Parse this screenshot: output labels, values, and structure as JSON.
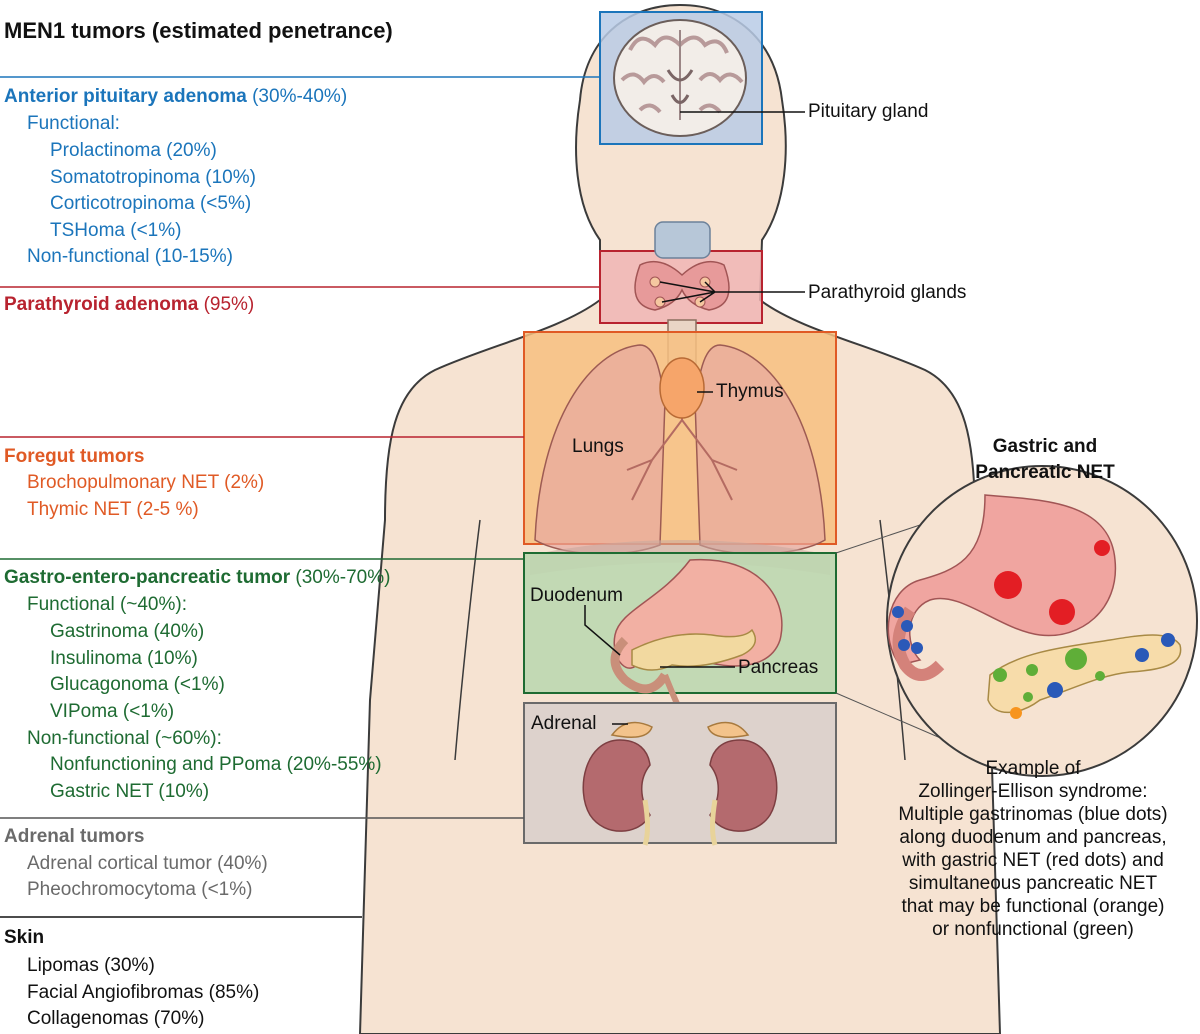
{
  "title": "MEN1 tumors (estimated penetrance)",
  "colors": {
    "pituitary": "#1b75bb",
    "parathyroid": "#b8232f",
    "foregut": "#e05a25",
    "gep": "#1e6b32",
    "adrenal": "#6a6a6a",
    "skin": "#111111"
  },
  "sections": {
    "pituitary": {
      "heading": "Anterior pituitary adenoma",
      "pct": "(30%-40%)",
      "functional": "Functional:",
      "items": [
        "Prolactinoma (20%)",
        "Somatotropinoma (10%)",
        "Corticotropinoma (<5%)",
        "TSHoma (<1%)"
      ],
      "nonfunctional": "Non-functional (10-15%)"
    },
    "parathyroid": {
      "heading": "Parathyroid adenoma",
      "pct": "(95%)"
    },
    "foregut": {
      "heading": "Foregut tumors",
      "items": [
        "Brochopulmonary NET (2%)",
        "Thymic NET (2-5 %)"
      ]
    },
    "gep": {
      "heading": "Gastro-entero-pancreatic tumor",
      "pct": "(30%-70%)",
      "functional": "Functional (~40%):",
      "functional_items": [
        "Gastrinoma (40%)",
        "Insulinoma (10%)",
        "Glucagonoma (<1%)",
        "VIPoma (<1%)"
      ],
      "nonfunctional": "Non-functional (~60%):",
      "nonfunctional_items": [
        "Nonfunctioning and PPoma (20%-55%)",
        "Gastric NET (10%)"
      ]
    },
    "adrenal": {
      "heading": "Adrenal tumors",
      "items": [
        "Adrenal cortical tumor (40%)",
        "Pheochromocytoma (<1%)"
      ]
    },
    "skin": {
      "heading": "Skin",
      "items": [
        "Lipomas (30%)",
        "Facial Angiofibromas (85%)",
        "Collagenomas (70%)"
      ]
    }
  },
  "labels": {
    "pituitary_gland": "Pituitary gland",
    "parathyroid_glands": "Parathyroid glands",
    "thymus": "Thymus",
    "lungs": "Lungs",
    "duodenum": "Duodenum",
    "pancreas": "Pancreas",
    "adrenal": "Adrenal"
  },
  "inset": {
    "title_line1": "Gastric and",
    "title_line2": "Pancreatic NET",
    "caption": [
      "Example of",
      "Zollinger-Ellison syndrome:",
      "Multiple gastrinomas (blue dots)",
      "along duodenum and pancreas,",
      "with gastric NET (red dots) and",
      "simultaneous pancreatic NET",
      "that may be functional (orange)",
      "or nonfunctional (green)"
    ]
  }
}
